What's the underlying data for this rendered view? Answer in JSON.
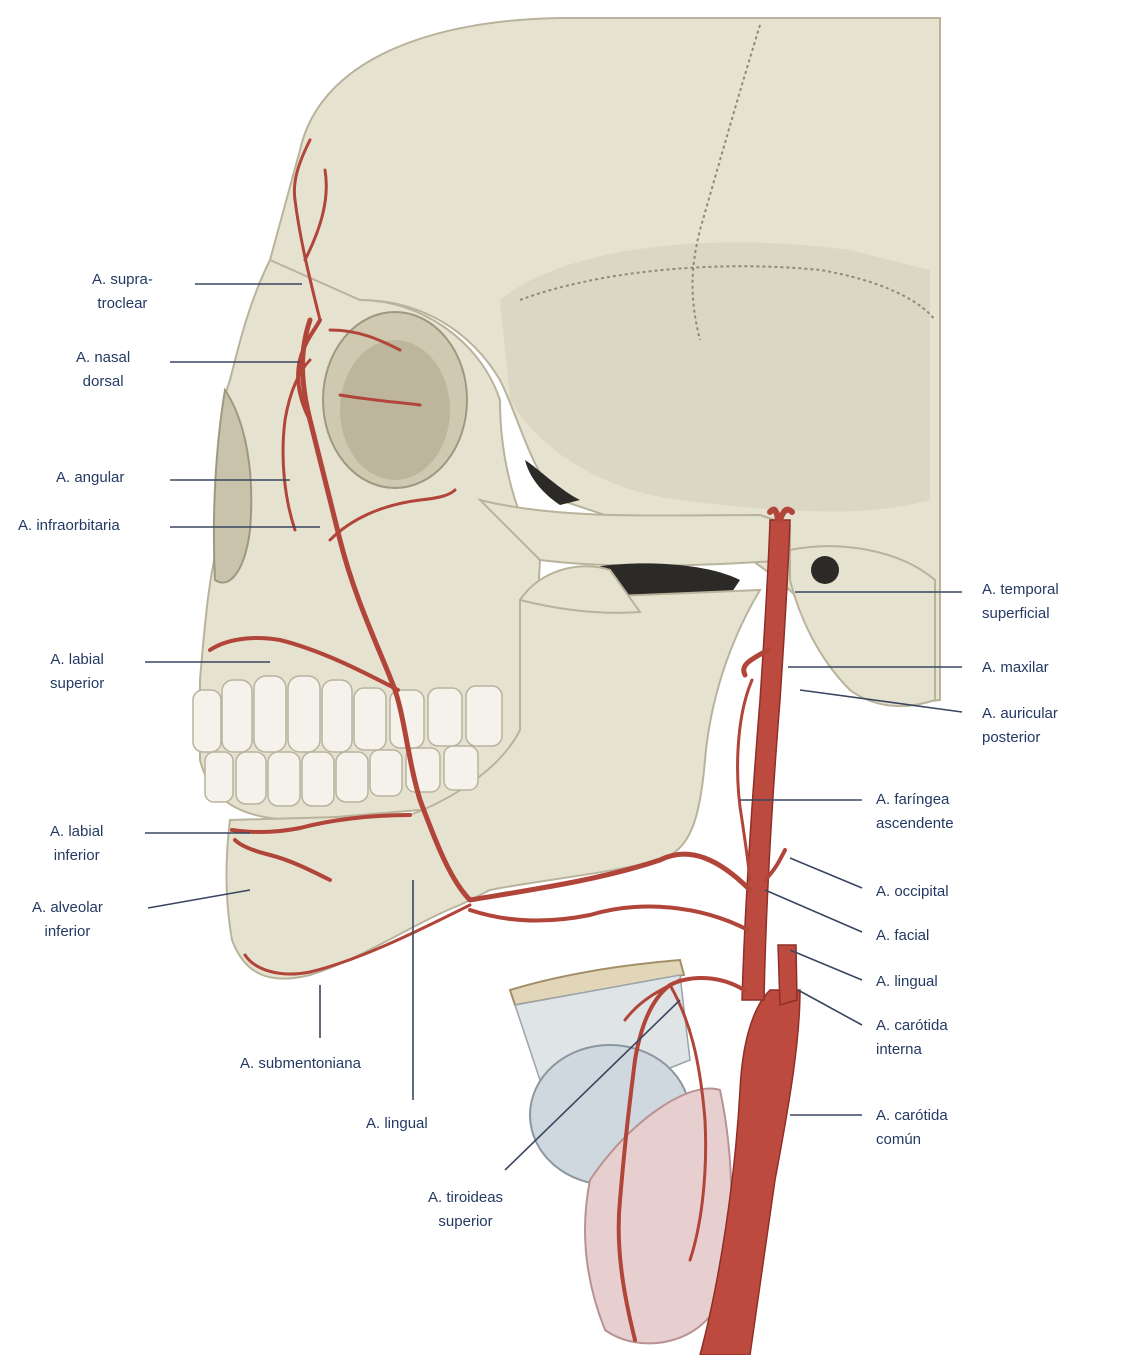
{
  "labels": {
    "supratroclear": [
      "A. supra-",
      "troclear"
    ],
    "nasal_dorsal": [
      "A. nasal",
      "dorsal"
    ],
    "angular": [
      "A. angular"
    ],
    "infraorbitaria": [
      "A. infraorbitaria"
    ],
    "labial_superior": [
      "A. labial",
      "superior"
    ],
    "labial_inferior": [
      "A. labial",
      "inferior"
    ],
    "alveolar_inferior": [
      "A. alveolar",
      "inferior"
    ],
    "submentoniana": [
      "A. submentoniana"
    ],
    "lingual_bottom": [
      "A. lingual"
    ],
    "tiroideas_superior": [
      "A. tiroideas",
      "superior"
    ],
    "temporal_superficial": [
      "A. temporal",
      "superficial"
    ],
    "maxilar": [
      "A. maxilar"
    ],
    "auricular_posterior": [
      "A. auricular",
      "posterior"
    ],
    "faringea_ascendente": [
      "A. faríngea",
      "ascendente"
    ],
    "occipital": [
      "A. occipital"
    ],
    "facial": [
      "A. facial"
    ],
    "lingual_right": [
      "A. lingual"
    ],
    "carotida_interna": [
      "A. carótida",
      "interna"
    ],
    "carotida_comun": [
      "A. carótida",
      "común"
    ]
  },
  "colors": {
    "artery": "#b2453a",
    "bone": "#e6e2d0",
    "label_text": "#243a63"
  }
}
